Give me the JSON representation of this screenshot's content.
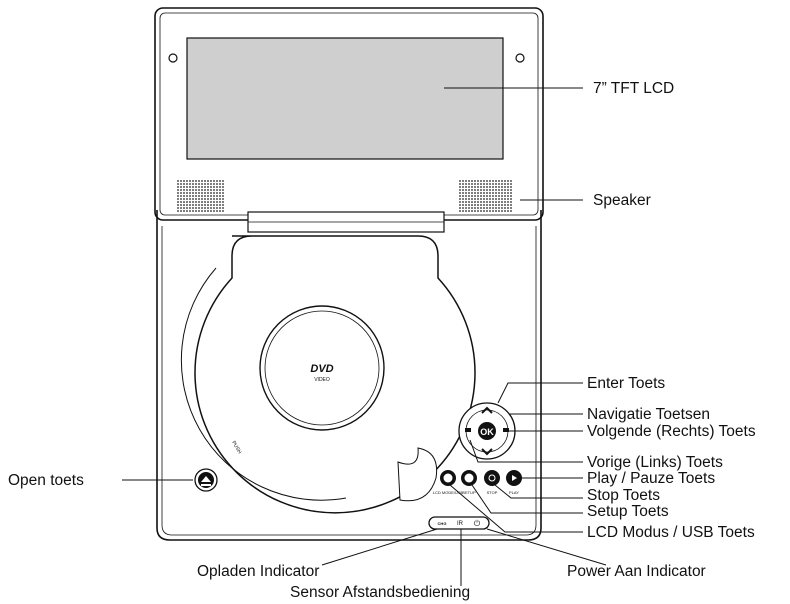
{
  "labels": {
    "lcd": "7” TFT LCD",
    "speaker": "Speaker",
    "enter": "Enter Toets",
    "navigation": "Navigatie Toetsen",
    "next": "Volgende (Rechts) Toets",
    "previous": "Vorige (Links) Toets",
    "play_pause": "Play / Pauze Toets",
    "stop": "Stop Toets",
    "setup": "Setup Toets",
    "lcd_mode_usb": "LCD Modus / USB Toets",
    "open": "Open toets",
    "charging_indicator": "Opladen Indicator",
    "remote_sensor": "Sensor Afstandsbediening",
    "power_indicator": "Power Aan Indicator"
  },
  "device_text": {
    "dvd_logo": "DVD",
    "video": "VIDEO",
    "push": "PUSH",
    "ok": "OK",
    "lcd_mode_usb": "LCD MODE/USB",
    "setup": "SETUP",
    "stop": "STOP",
    "play": "PLAY",
    "chg": "CHG",
    "ir": "IR",
    "power": "⏻"
  }
}
